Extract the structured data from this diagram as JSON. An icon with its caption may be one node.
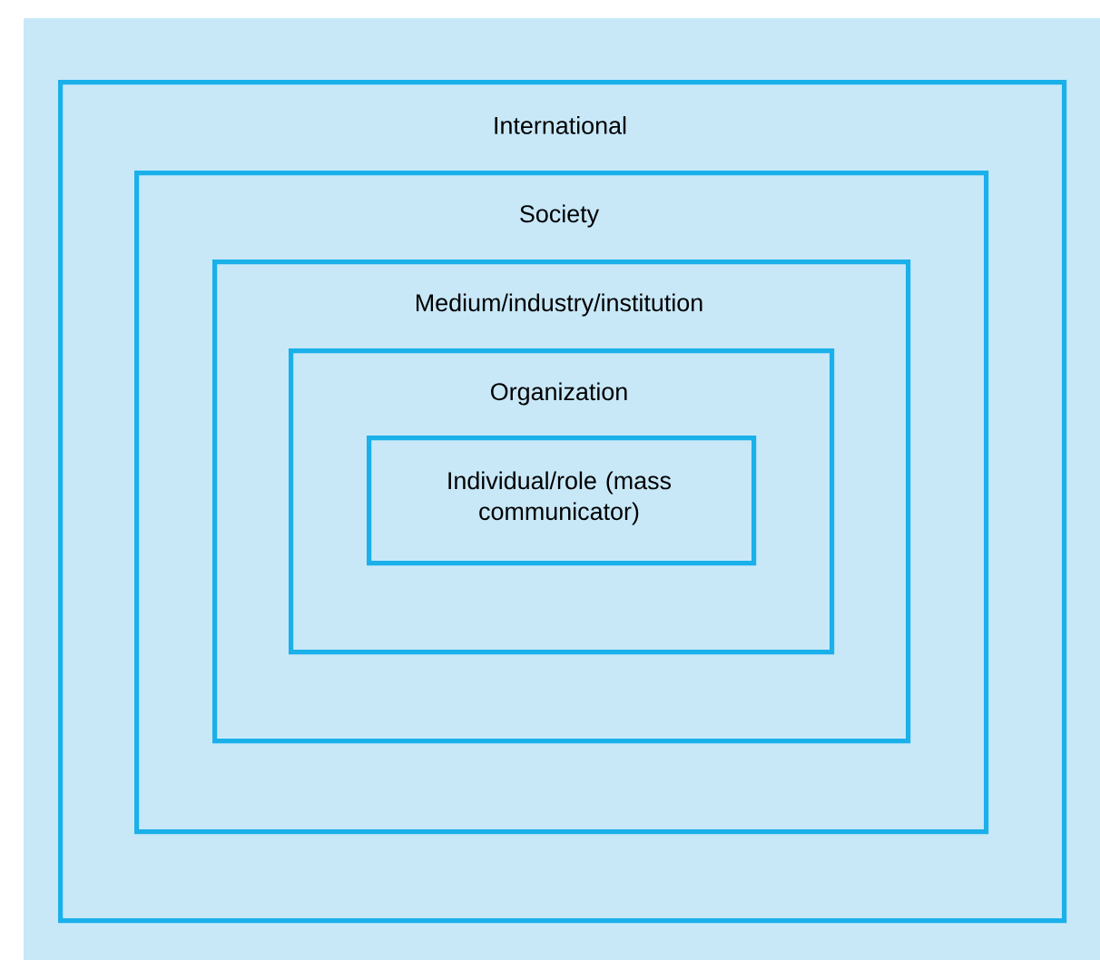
{
  "diagram": {
    "nodes": [
      {
        "text": [
          "International"
        ]
      },
      {
        "text": [
          "Society"
        ],
        "in": 0
      },
      {
        "text": [
          "Medium/industry/institution"
        ],
        "in": 1
      },
      {
        "text": [
          "Organization"
        ],
        "in": 2
      },
      {
        "text": [
          "Individual/role (mass communicator)"
        ],
        "in": 3
      }
    ]
  }
}
